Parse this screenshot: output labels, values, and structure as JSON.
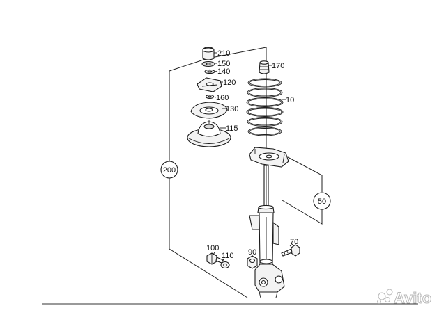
{
  "labels": {
    "p210": "210",
    "p150": "150",
    "p140": "140",
    "p120": "120",
    "p160": "160",
    "p130": "130",
    "p115": "115",
    "p170": "170",
    "p10": "10",
    "p200": "200",
    "p50": "50",
    "p100": "100",
    "p110": "110",
    "p90": "90",
    "p70": "70"
  },
  "watermark": {
    "text": "Avito"
  },
  "colors": {
    "line": "#1a1a1a",
    "background": "#ffffff"
  }
}
